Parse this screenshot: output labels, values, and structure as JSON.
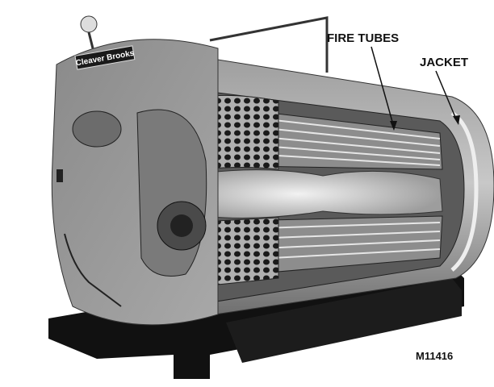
{
  "figure": {
    "labels": {
      "fire_tubes": "FIRE TUBES",
      "jacket": "JACKET"
    },
    "figure_id": "M11416",
    "logo_text": "Cleaver Brooks"
  }
}
